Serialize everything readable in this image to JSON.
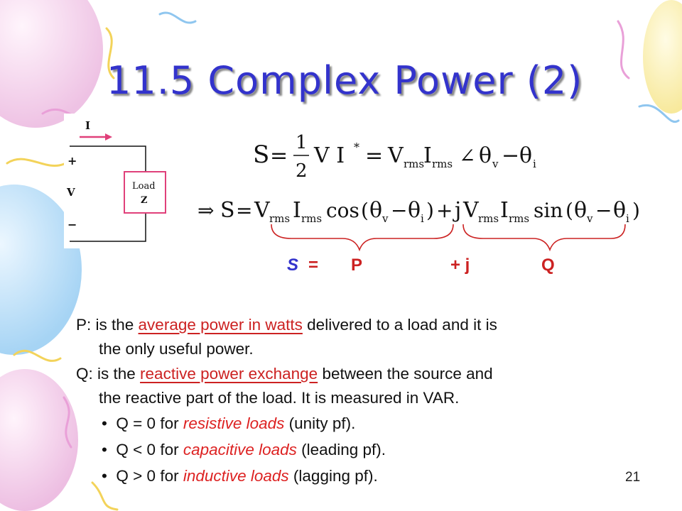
{
  "slide": {
    "title": "11.5 Complex Power (2)",
    "page_number": "21"
  },
  "circuit": {
    "current_label": "I",
    "plus_label": "+",
    "voltage_label": "V",
    "minus_label": "−",
    "load_label_1": "Load",
    "load_label_2": "Z"
  },
  "equations": {
    "eq1": {
      "s": "S",
      "eq": "=",
      "num": "1",
      "den": "2",
      "vi": "V I",
      "star": "*",
      "eq2": "=",
      "vr": "V",
      "vr_sub": "rms",
      "ir": "I",
      "ir_sub": "rms",
      "angle": "∠",
      "tv": "θ",
      "tv_sub": "v",
      "minus": "−",
      "ti": "θ",
      "ti_sub": "i"
    },
    "eq2": {
      "implies": "⇒",
      "s": "S",
      "eq": "=",
      "vr": "V",
      "vr_sub": "rms",
      "ir": "I",
      "ir_sub": "rms",
      "cos": "cos",
      "open1": "(",
      "tv1": "θ",
      "tv1_sub": "v",
      "minus1": "−",
      "ti1": "θ",
      "ti1_sub": "i",
      "close1": ")",
      "plus": "+",
      "j": "j",
      "vr2": "V",
      "vr2_sub": "rms",
      "ir2": "I",
      "ir2_sub": "rms",
      "sin": "sin",
      "open2": "(",
      "tv2": "θ",
      "tv2_sub": "v",
      "minus2": "−",
      "ti2": "θ",
      "ti2_sub": "i",
      "close2": ")"
    },
    "summary": {
      "s": "S",
      "eq": "=",
      "p": "P",
      "plus_j": "+  j",
      "q": "Q"
    }
  },
  "text": {
    "p_line1_a": "P: is the ",
    "p_line1_u": "average power in watts",
    "p_line1_b": " delivered to a load and it is",
    "p_line2": "the only useful power.",
    "q_line1_a": "Q: is the ",
    "q_line1_u": "reactive power exchange",
    "q_line1_b": " between the source and",
    "q_line2": "the reactive part of the load. It is measured in VAR.",
    "bullets": [
      {
        "a": "Q = 0 for ",
        "r": "resistive loads",
        "b": " (unity pf)."
      },
      {
        "a": "Q < 0 for ",
        "r": "capacitive loads",
        "b": " (leading pf)."
      },
      {
        "a": "Q > 0 for ",
        "r": "inductive loads",
        "b": " (lagging pf)."
      }
    ],
    "bullet_glyph": "•"
  },
  "colors": {
    "title": "#3333cc",
    "accent_red": "#cc2222",
    "summary_s": "#3333cc"
  }
}
